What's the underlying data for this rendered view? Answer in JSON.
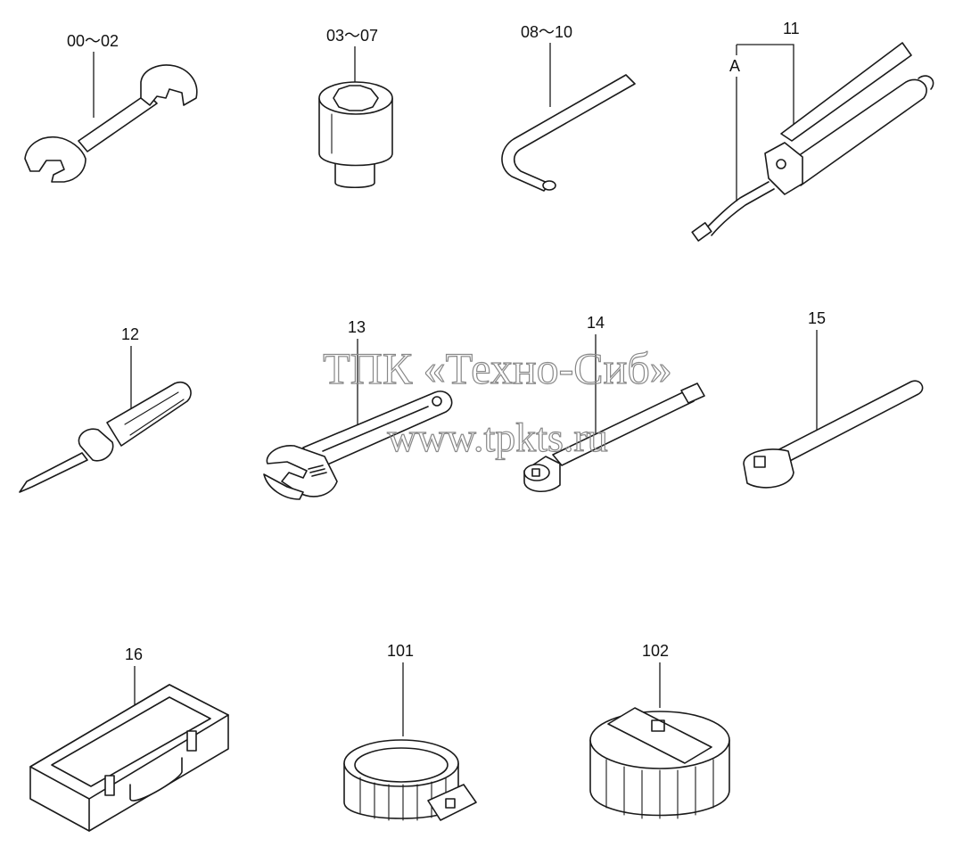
{
  "parts": [
    {
      "id": "wrench",
      "label": "00～02"
    },
    {
      "id": "socket",
      "label": "03～07"
    },
    {
      "id": "hex-key",
      "label": "08～10"
    },
    {
      "id": "grease-gun",
      "label": "11",
      "sub_label": "A"
    },
    {
      "id": "screwdriver",
      "label": "12"
    },
    {
      "id": "adjustable-wrench",
      "label": "13"
    },
    {
      "id": "extension-bar",
      "label": "14"
    },
    {
      "id": "ratchet-handle",
      "label": "15"
    },
    {
      "id": "tool-box",
      "label": "16"
    },
    {
      "id": "filter-wrench-band",
      "label": "101"
    },
    {
      "id": "filter-wrench-cap",
      "label": "102"
    }
  ],
  "watermark": {
    "line1": "ТПК «Техно-Сиб»",
    "line2": "www.tpkts.ru"
  }
}
